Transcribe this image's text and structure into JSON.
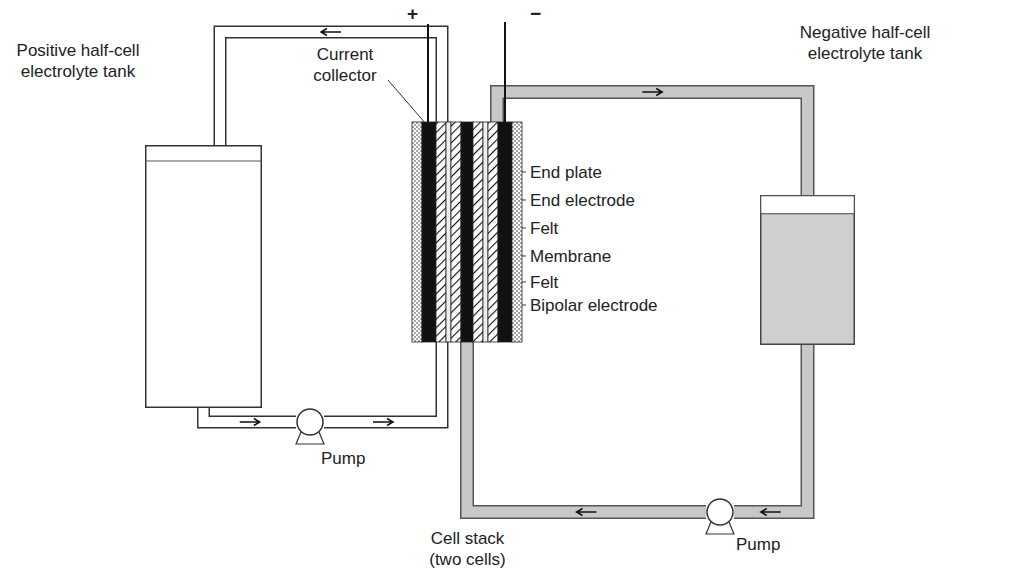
{
  "diagram": {
    "nodes": [
      {
        "text": [
          "Positive half-cell electrolyte tank"
        ]
      },
      {
        "text": [
          "Cell stack (two cells)"
        ]
      },
      {
        "text": [
          "Negative half-cell electrolyte tank"
        ]
      },
      {
        "text": [
          "Pump"
        ]
      },
      {
        "text": [
          "Pump"
        ]
      }
    ],
    "edges": [
      {
        "from": 0,
        "to": 3,
        "arrow": "to"
      },
      {
        "from": 3,
        "to": 1,
        "arrow": "to"
      },
      {
        "from": 1,
        "to": 0,
        "arrow": "to"
      },
      {
        "from": 2,
        "to": 4,
        "arrow": "to"
      },
      {
        "from": 4,
        "to": 1,
        "arrow": "to"
      },
      {
        "from": 1,
        "to": 2,
        "arrow": "to"
      }
    ],
    "labels": [
      "+",
      "−",
      "Current collector",
      "End plate",
      "End electrode",
      "Felt",
      "Membrane",
      "Felt",
      "Bipolar electrode"
    ]
  }
}
